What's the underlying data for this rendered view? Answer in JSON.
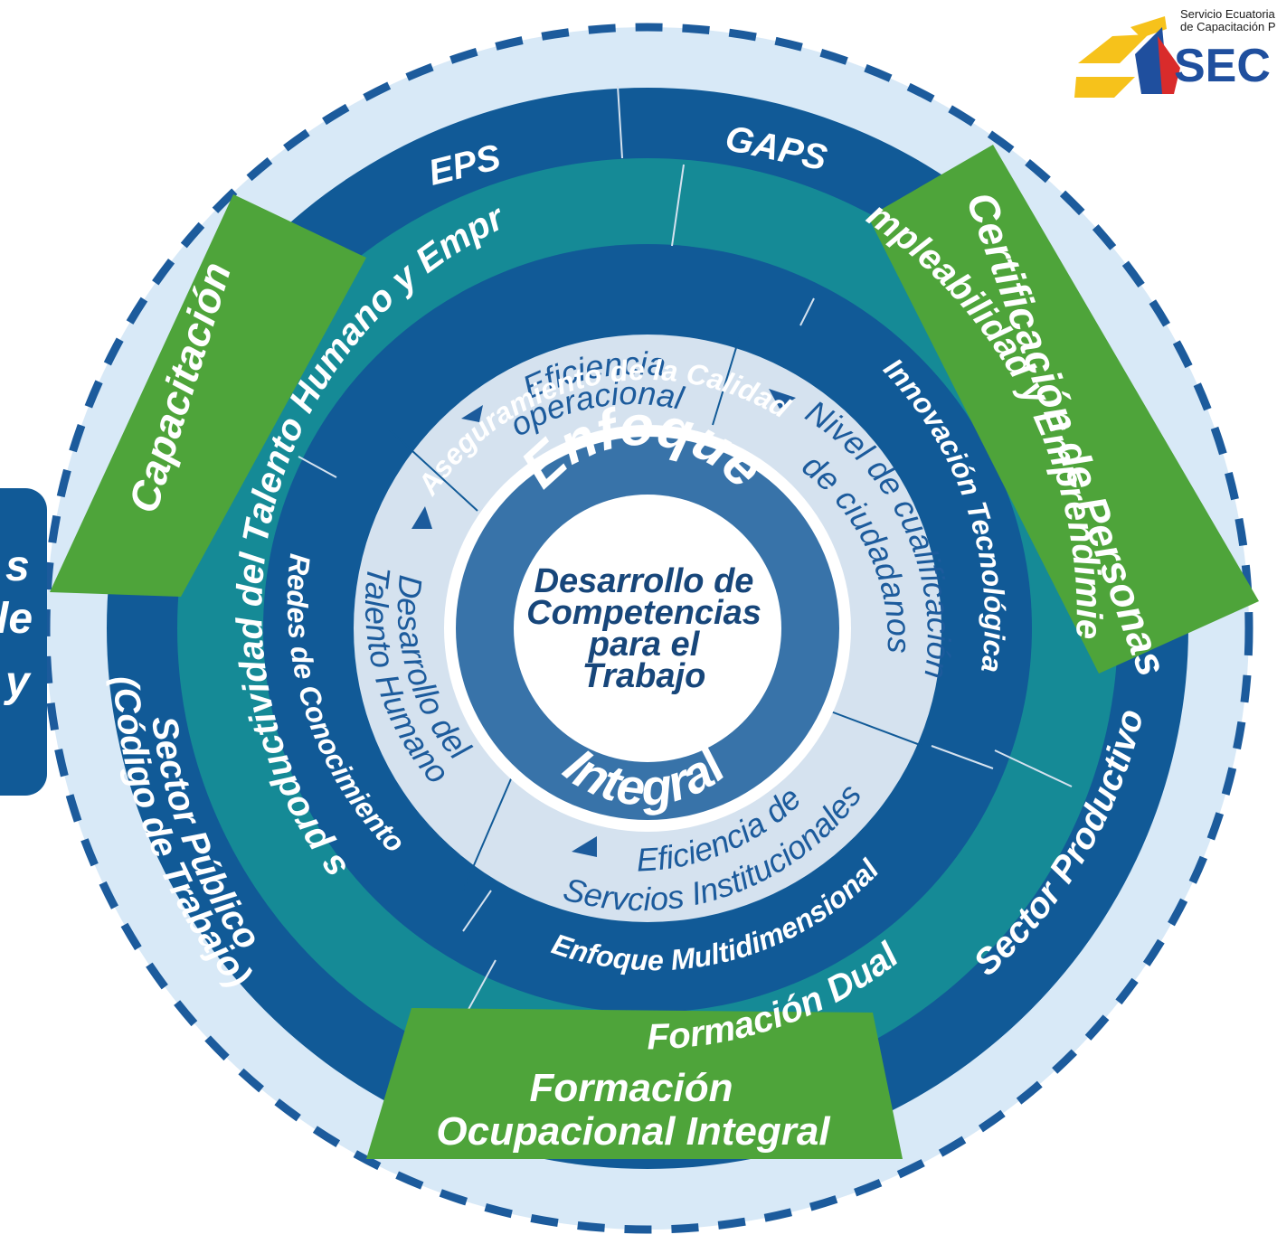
{
  "logo": {
    "line1": "Servicio Ecuatoria",
    "line2": "de Capacitación P",
    "acronym": "SEC",
    "colors": [
      "#f6c21b",
      "#1f4f9e",
      "#d92b2b"
    ]
  },
  "left_panel": {
    "lines": [
      "s",
      "le",
      "y"
    ]
  },
  "center": {
    "top_word": "Enfoque",
    "bottom_word": "Integral",
    "core_lines": [
      "Desarrollo de",
      "Competencias",
      "para el",
      "Trabajo"
    ]
  },
  "inner_ring": {
    "items": [
      {
        "lines": [
          "Eficiencia",
          "operacional"
        ]
      },
      {
        "lines": [
          "Nivel de cualificación",
          "de ciudadanos"
        ]
      },
      {
        "lines": [
          "Eficiencia de",
          "Servcios Institucionales"
        ]
      },
      {
        "lines": [
          "Desarrollo del",
          "Talento Humano"
        ]
      }
    ]
  },
  "ring_blue_inner": {
    "items": [
      "Aseguramiento de la Calidad",
      "Innovación Tecnológica",
      "Enfoque Multidimensional",
      "Redes de Conocimiento"
    ]
  },
  "ring_teal": {
    "items": [
      "Más productividad del Talento Humano y Empresas",
      "Empleabilidad y Emprendimiento",
      "Formación Dual"
    ]
  },
  "ring_outer_blue": {
    "items": [
      "EPS",
      "GAPS",
      "Sector Productivo",
      "Sector Público",
      "(Código de Trabajo)"
    ]
  },
  "green_banners": {
    "items": [
      "Capacitación",
      "Certificación de Personas",
      "Formación",
      "Ocupacional Integral"
    ]
  },
  "colors": {
    "outer_halo": "#d8e9f7",
    "dash": "#1c5b9c",
    "dark_blue": "#115a97",
    "teal": "#158a96",
    "green": "#4ea43a",
    "inner_light": "#d5e2ef",
    "center_blue": "#3873a9"
  }
}
